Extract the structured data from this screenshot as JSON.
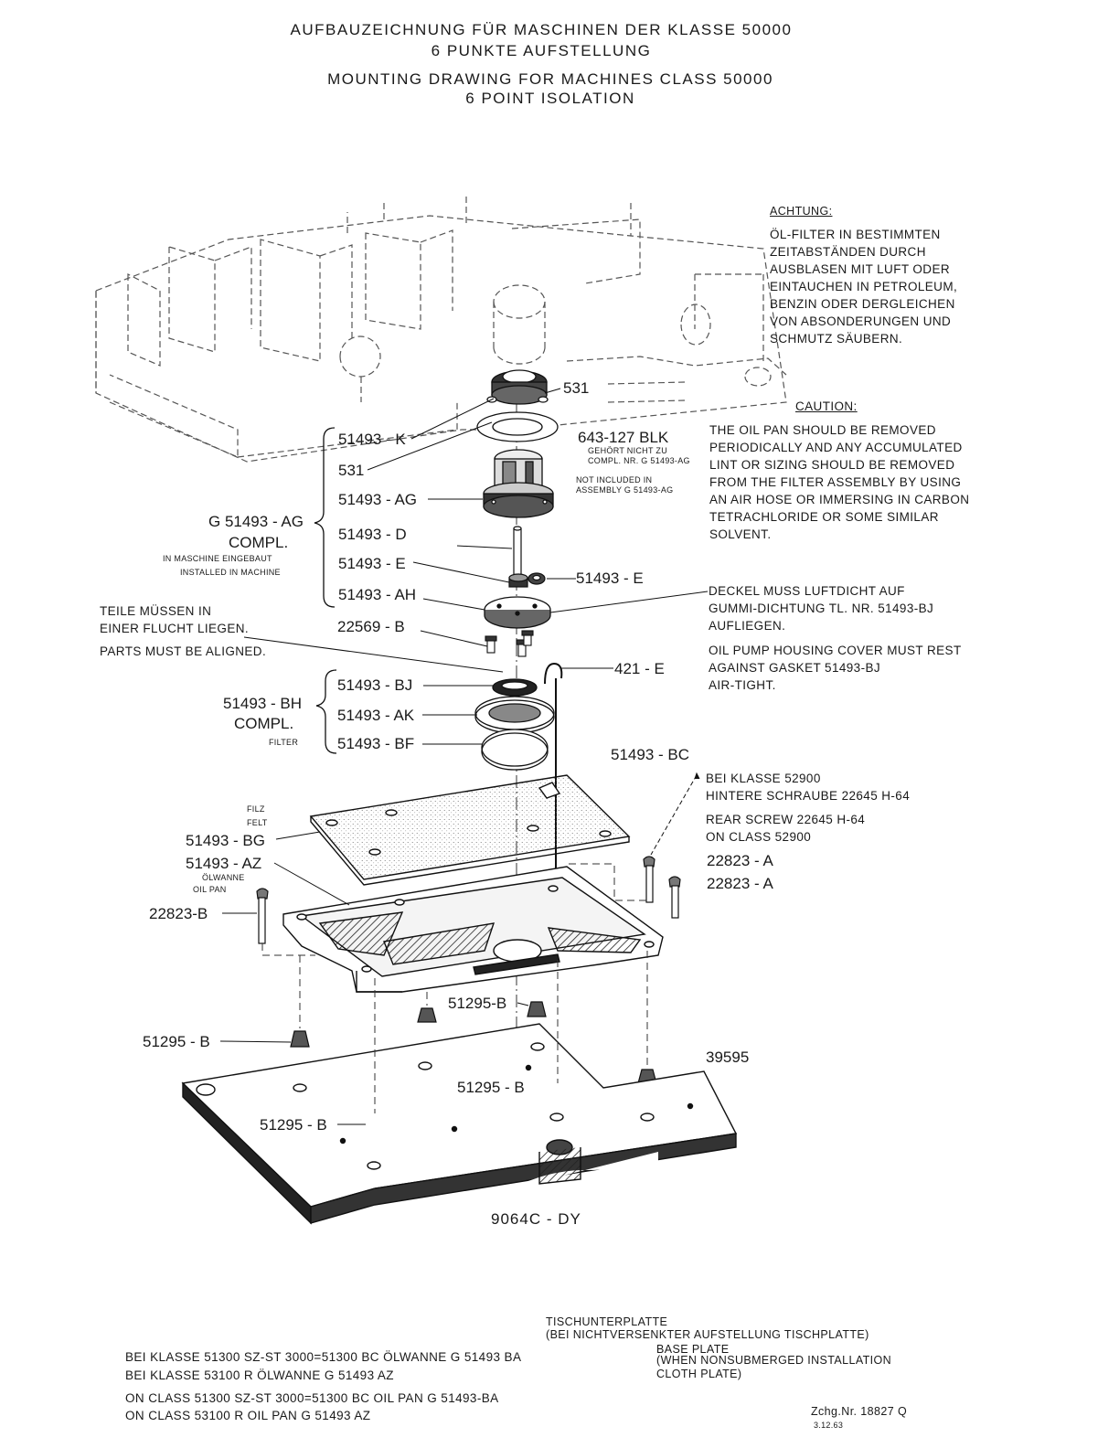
{
  "header": {
    "title_de_1": "AUFBAUZEICHNUNG FÜR MASCHINEN DER KLASSE 50000",
    "title_de_2": "6 PUNKTE AUFSTELLUNG",
    "title_en_1": "MOUNTING DRAWING FOR MACHINES CLASS 50000",
    "title_en_2": "6 POINT ISOLATION"
  },
  "notes": {
    "achtung_heading": "ACHTUNG:",
    "achtung_text": "ÖL-FILTER IN BESTIMMTEN\nZEITABSTÄNDEN DURCH\nAUSBLASEN MIT LUFT ODER\nEINTAUCHEN IN PETROLEUM,\nBENZIN ODER DERGLEICHEN\nVON ABSONDERUNGEN UND\nSCHMUTZ SÄUBERN.",
    "caution_heading": "CAUTION:",
    "caution_text": "THE OIL PAN SHOULD BE REMOVED\nPERIODICALLY AND ANY ACCUMULATED\nLINT OR SIZING SHOULD BE REMOVED\nFROM THE FILTER ASSEMBLY BY USING\nAN AIR HOSE OR IMMERSING IN CARBON\nTETRACHLORIDE OR SOME SIMILAR\nSOLVENT.",
    "deckel_text": "DECKEL MUSS LUFTDICHT AUF\nGUMMI-DICHTUNG TL. NR. 51493-BJ\nAUFLIEGEN.",
    "cover_text": "OIL PUMP HOUSING COVER MUST REST\nAGAINST GASKET 51493-BJ\nAIR-TIGHT.",
    "bei_klasse_text": "BEI KLASSE 52900\nHINTERE SCHRAUBE 22645 H-64",
    "rear_screw_text": "REAR SCREW 22645 H-64\nON CLASS 52900",
    "teile_text": "TEILE MÜSSEN IN\nEINER FLUCHT LIEGEN.",
    "aligned_text": "PARTS MUST BE ALIGNED."
  },
  "labels": {
    "p531_top": "531",
    "p643": "643-127 BLK",
    "p643_note_de": "GEHÖRT NICHT ZU\nCOMPL. NR. G 51493-AG",
    "p643_note_en": "NOT INCLUDED IN\nASSEMBLY G 51493-AG",
    "p51493_k": "51493 - K",
    "p531": "531",
    "p51493_ag": "51493 - AG",
    "p51493_d": "51493 - D",
    "p51493_e": "51493 - E",
    "p51493_e_right": "51493 - E",
    "p51493_ah": "51493 - AH",
    "p22569_b": "22569 - B",
    "g51493_ag": "G 51493 - AG",
    "compl_1": "COMPL.",
    "installed_de": "IN MASCHINE EINGEBAUT",
    "installed_en": "INSTALLED IN MACHINE",
    "p421_e": "421 - E",
    "p51493_bj": "51493 - BJ",
    "p51493_ak": "51493 - AK",
    "p51493_bf": "51493 - BF",
    "p51493_bh": "51493 - BH",
    "compl_2": "COMPL.",
    "filter": "FILTER",
    "p51493_bc": "51493 - BC",
    "filz": "FILZ",
    "felt": "FELT",
    "p51493_bg": "51493 - BG",
    "p51493_az": "51493 - AZ",
    "olwanne": "ÖLWANNE",
    "oil_pan": "OIL PAN",
    "p22823_b": "22823-B",
    "p22823_a1": "22823 - A",
    "p22823_a2": "22823 - A",
    "p51295_b_1": "51295 - B",
    "p51295_b_2": "51295-B",
    "p51295_b_3": "51295 - B",
    "p51295_b_4": "51295 - B",
    "p39595": "39595",
    "drawing_code": "9064C - DY"
  },
  "footer": {
    "tischunterplatte": "TISCHUNTERPLATTE",
    "tischunterplatte_note": "(BEI NICHTVERSENKTER AUFSTELLUNG TISCHPLATTE)",
    "base_plate": "BASE PLATE",
    "base_plate_note": "(WHEN NONSUBMERGED INSTALLATION\nCLOTH PLATE)",
    "bei_1": "BEI KLASSE 51300 SZ-ST 3000=51300 BC ÖLWANNE G 51493 BA",
    "bei_2": "BEI KLASSE 53100 R ÖLWANNE G 51493 AZ",
    "on_1": "ON CLASS 51300 SZ-ST 3000=51300 BC OIL PAN G 51493-BA",
    "on_2": "ON CLASS 53100 R OIL PAN G 51493 AZ",
    "zchg": "Zchg.Nr. 18827 Q",
    "date": "3.12.63"
  }
}
